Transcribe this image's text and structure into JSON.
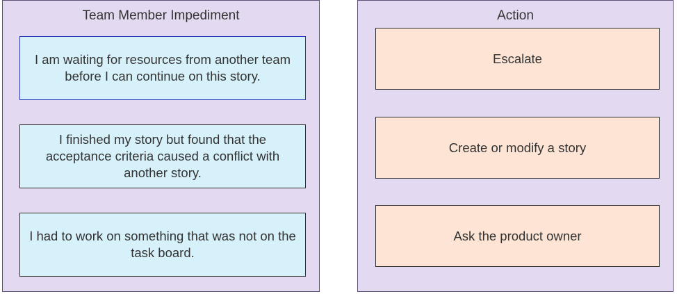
{
  "left_panel": {
    "title": "Team Member Impediment",
    "items": [
      {
        "text": "I am waiting for resources from another team before I can continue on this story."
      },
      {
        "text": "I finished my story but found that the acceptance criteria caused a conflict with another story."
      },
      {
        "text": "I had to work on something that was not on the task board."
      }
    ]
  },
  "right_panel": {
    "title": "Action",
    "items": [
      {
        "text": "Escalate"
      },
      {
        "text": "Create or modify a story"
      },
      {
        "text": "Ask the product owner"
      }
    ]
  },
  "colors": {
    "panel_background": "#e3d9f1",
    "impediment_card": "#d7f1fa",
    "action_card": "#fde4d4",
    "selected_border": "#2436b8"
  }
}
